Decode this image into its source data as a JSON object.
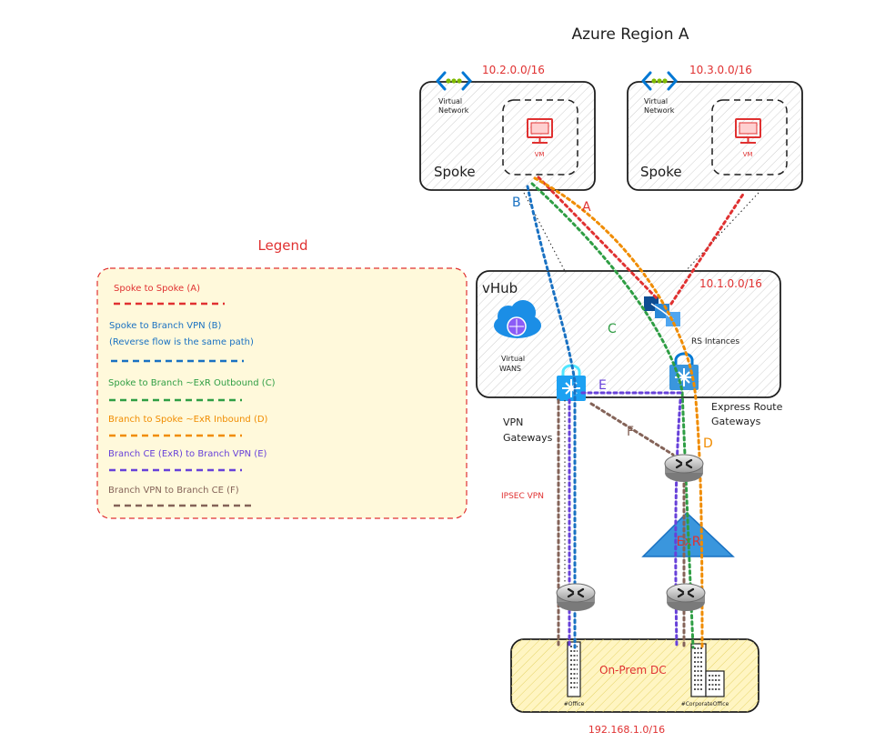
{
  "title": "Azure Region A",
  "spokes": [
    {
      "cidr": "10.2.0.0/16",
      "vnet_label_1": "Virtual",
      "vnet_label_2": "Network",
      "vm_label": "VM",
      "label": "Spoke"
    },
    {
      "cidr": "10.3.0.0/16",
      "vnet_label_1": "Virtual",
      "vnet_label_2": "Network",
      "vm_label": "VM",
      "label": "Spoke"
    }
  ],
  "vhub": {
    "label": "vHub",
    "cidr": "10.1.0.0/16",
    "wan_label_1": "Virtual",
    "wan_label_2": "WANS",
    "rs_label": "RS Intances",
    "er_gw_label_1": "Express Route",
    "er_gw_label_2": "Gateways",
    "vpn_gw_label_1": "VPN",
    "vpn_gw_label_2": "Gateways"
  },
  "ipsec_label": "IPSEC VPN",
  "exr_label": "ExR",
  "onprem": {
    "label": "On-Prem DC",
    "cidr": "192.168.1.0/16",
    "office_label": "#Office",
    "corp_office_label": "#CorporateOffice"
  },
  "path_letters": {
    "a": "A",
    "b": "B",
    "c": "C",
    "d": "D",
    "e": "E",
    "f": "F"
  },
  "legend": {
    "title": "Legend",
    "items": [
      {
        "line1": "Spoke to Spoke (A)",
        "line2": "",
        "color": "#e03131"
      },
      {
        "line1": "Spoke to Branch VPN (B)",
        "line2": "(Reverse flow is the same path)",
        "color": "#1971c2"
      },
      {
        "line1": "Spoke to Branch ~ExR Outbound (C)",
        "line2": "",
        "color": "#2f9e44"
      },
      {
        "line1": "Branch to Spoke ~ExR Inbound (D)",
        "line2": "",
        "color": "#f08c00"
      },
      {
        "line1": "Branch CE (ExR) to Branch VPN (E)",
        "line2": "",
        "color": "#6741d9"
      },
      {
        "line1": "Branch VPN to Branch CE (F)",
        "line2": "",
        "color": "#846358"
      }
    ]
  },
  "colors": {
    "red": "#e03131",
    "blue": "#1971c2",
    "green": "#2f9e44",
    "orange": "#f08c00",
    "purple": "#6741d9",
    "brown": "#846358",
    "azure": "#0078d4"
  }
}
